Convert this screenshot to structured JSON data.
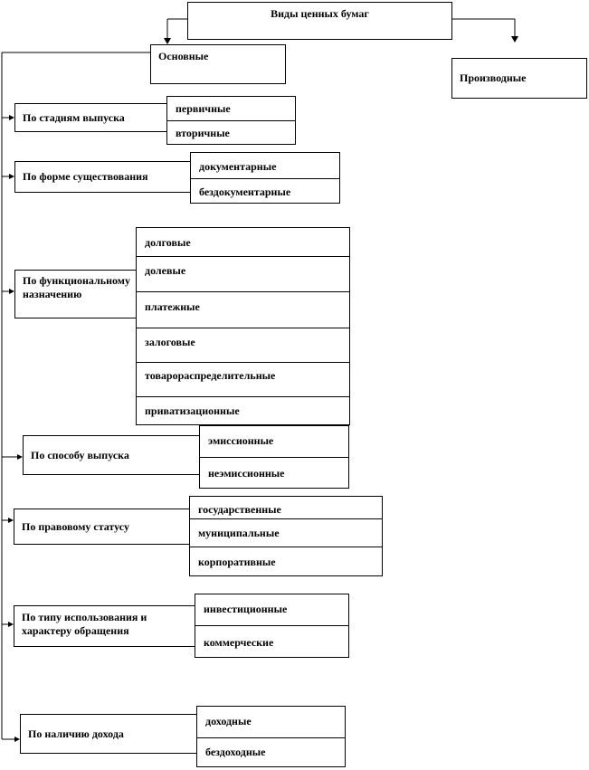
{
  "root": "Виды ценных бумаг",
  "main_branches": [
    "Основные",
    "Производные"
  ],
  "classifications": [
    {
      "label": "По стадиям выпуска",
      "items": [
        "первичные",
        "вторичные"
      ]
    },
    {
      "label": "По форме существования",
      "items": [
        "документарные",
        "бездокументарные"
      ]
    },
    {
      "label": "По функциональному назначению",
      "items": [
        "долговые",
        "долевые",
        "платежные",
        "залоговые",
        "товарораспределительные",
        "приватизационные"
      ]
    },
    {
      "label": "По способу выпуска",
      "items": [
        "эмиссионные",
        "неэмиссионные"
      ]
    },
    {
      "label": "По правовому статусу",
      "items": [
        "государственные",
        "муниципальные",
        "корпоративные"
      ]
    },
    {
      "label": "По типу использования и характеру обращения",
      "items": [
        "инвестиционные",
        "коммерческие"
      ]
    },
    {
      "label": "По наличию дохода",
      "items": [
        "доходные",
        "бездоходные"
      ]
    }
  ]
}
